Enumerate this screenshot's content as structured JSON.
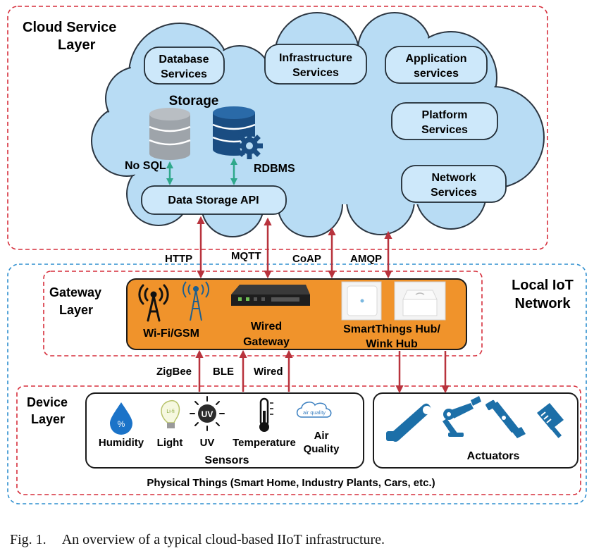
{
  "cloud_layer": {
    "title_line1": "Cloud Service",
    "title_line2": "Layer",
    "services": [
      {
        "line1": "Database",
        "line2": "Services"
      },
      {
        "line1": "Infrastructure",
        "line2": "Services"
      },
      {
        "line1": "Application",
        "line2": "services"
      },
      {
        "line1": "Platform",
        "line2": "Services"
      },
      {
        "line1": "Network",
        "line2": "Services"
      }
    ],
    "storage_title": "Storage",
    "nosql_label": "No SQL",
    "rdbms_label": "RDBMS",
    "api_label": "Data Storage API"
  },
  "protocols": {
    "http": "HTTP",
    "mqtt": "MQTT",
    "coap": "CoAP",
    "amqp": "AMQP"
  },
  "local_network": {
    "title_line1": "Local IoT",
    "title_line2": "Network"
  },
  "gateway_layer": {
    "title_line1": "Gateway",
    "title_line2": "Layer",
    "wifi_label": "Wi-Fi/GSM",
    "wired_line1": "Wired",
    "wired_line2": "Gateway",
    "hub_line1": "SmartThings Hub/",
    "hub_line2": "Wink Hub"
  },
  "links": {
    "zigbee": "ZigBee",
    "ble": "BLE",
    "wired": "Wired"
  },
  "device_layer": {
    "title_line1": "Device",
    "title_line2": "Layer",
    "sensors": [
      {
        "line1": "Humidity",
        "line2": ""
      },
      {
        "line1": "Light",
        "line2": ""
      },
      {
        "line1": "UV",
        "line2": ""
      },
      {
        "line1": "Temperature",
        "line2": ""
      },
      {
        "line1": "Air",
        "line2": "Quality"
      }
    ],
    "sensors_title": "Sensors",
    "actuators_title": "Actuators",
    "physical_things": "Physical Things (Smart Home, Industry Plants, Cars, etc.)",
    "icon_text": {
      "humidity": "%",
      "uv": "UV",
      "air_quality": "air quality",
      "light": "Li-fi"
    }
  },
  "caption": {
    "number": "Fig. 1.",
    "text": "An overview of a typical cloud-based IIoT infrastructure."
  },
  "colors": {
    "cloud_fill": "#b8dcf4",
    "cloud_stroke": "#2b3540",
    "service_box": "#cde8fa",
    "gateway_fill": "#f0932b",
    "dash_red": "#d62f3c",
    "dash_blue": "#2f8fcf",
    "arrow_red": "#b8333d",
    "teal_arrow": "#2fa88b"
  }
}
